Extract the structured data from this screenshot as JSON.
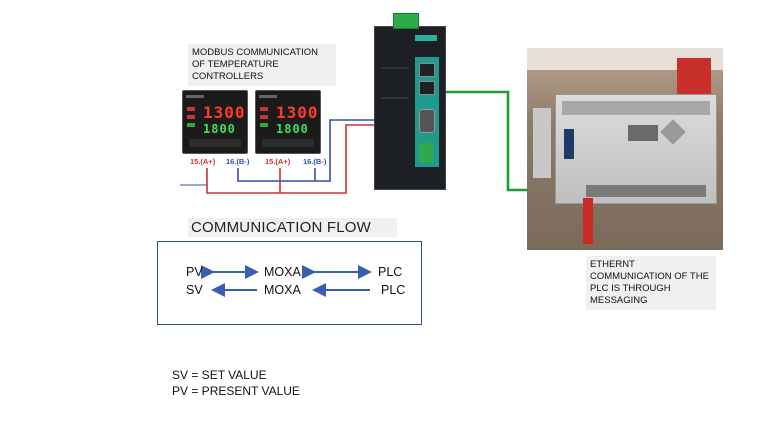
{
  "captions": {
    "modbus": [
      "MODBUS COMMUNICATION",
      "OF TEMPERATURE",
      "CONTROLLERS"
    ],
    "ethernet": [
      "ETHERNT",
      "COMMUNICATION OF THE",
      "PLC IS THROUGH",
      "MESSAGING"
    ]
  },
  "terminals": [
    {
      "label": "15.(A+)",
      "color": "#d03030"
    },
    {
      "label": "16.(B-)",
      "color": "#3050b0"
    },
    {
      "label": "15.(A+)",
      "color": "#d03030"
    },
    {
      "label": "16.(B-)",
      "color": "#3050b0"
    }
  ],
  "controllers": [
    {
      "pv": "1300",
      "sv": "1800"
    },
    {
      "pv": "1300",
      "sv": "1800"
    }
  ],
  "flow": {
    "title": "COMMUNICATION FLOW",
    "rows": [
      {
        "left": "PV",
        "mid": "MOXA",
        "right": "PLC"
      },
      {
        "left": "SV",
        "mid": "MOXA",
        "right": "PLC"
      }
    ]
  },
  "legend": [
    "SV = SET VALUE",
    "PV = PRESENT VALUE"
  ],
  "colors": {
    "rs485_a": "#d03030",
    "rs485_b": "#3050b0",
    "ethernet": "#1aa02a",
    "arrow": "#3a5fb0",
    "box_border": "#2f4f8f"
  }
}
